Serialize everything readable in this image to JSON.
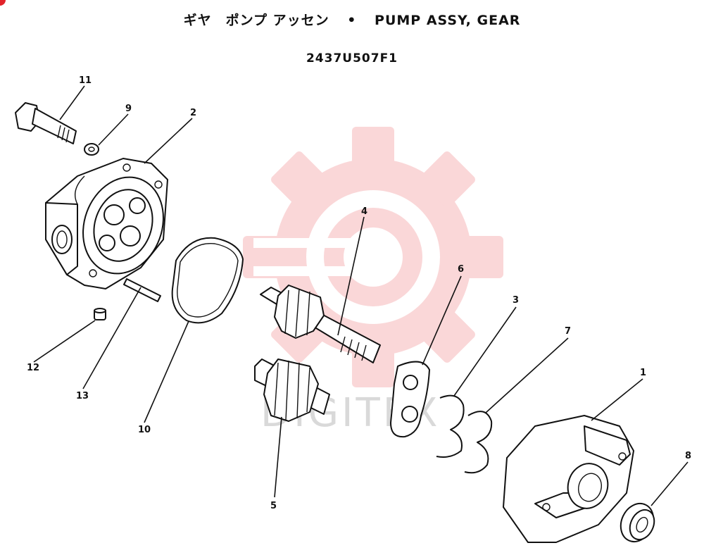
{
  "header": {
    "title_jp": "ギヤ　ポンプ アッセン",
    "separator": "•",
    "title_en": "PUMP ASSY, GEAR",
    "part_number": "2437U507F1"
  },
  "watermark": {
    "text": "DIGITEX",
    "color": "#f4a7a9"
  },
  "callouts": {
    "c1": "1",
    "c2": "2",
    "c3": "3",
    "c4": "4",
    "c5": "5",
    "c6": "6",
    "c7": "7",
    "c8": "8",
    "c9": "9",
    "c10": "10",
    "c11": "11",
    "c12": "12",
    "c13": "13"
  },
  "colors": {
    "ink": "#111111",
    "brand_dot": "#e2232a"
  }
}
